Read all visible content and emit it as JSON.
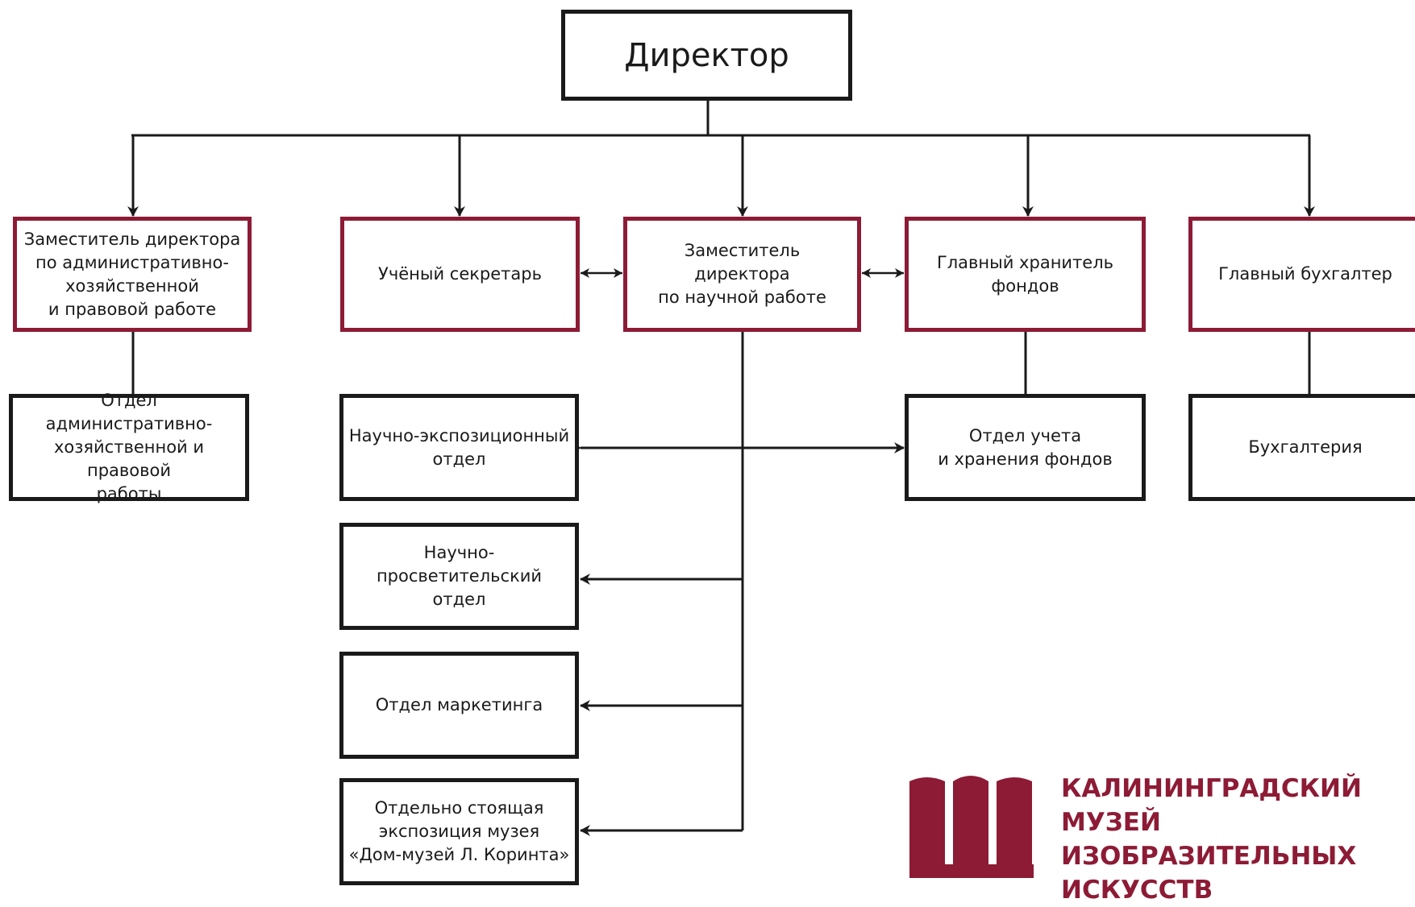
{
  "director": "Директор",
  "deputies": {
    "admin": "Заместитель директора\nпо административно-\nхозяйственной\nи правовой работе",
    "secretary": "Учёный секретарь",
    "science": "Заместитель\nдиректора\nпо научной работе",
    "keeper": "Главный хранитель\nфондов",
    "accountant": "Главный бухгалтер"
  },
  "departments": {
    "admin_dept": "Отдел административно-\nхозяйственной и правовой\nработы",
    "exposition": "Научно-экспозиционный\nотдел",
    "education": "Научно-просветительский\nотдел",
    "marketing": "Отдел маркетинга",
    "corinth": "Отдельно стоящая\nэкспозиция музея\n«Дом-музей Л. Коринта»",
    "funds": "Отдел учета\nи хранения фондов",
    "accounting": "Бухгалтерия"
  },
  "logo": {
    "text": "КАЛИНИНГРАДСКИЙ МУЗЕЙ\nИЗОБРАЗИТЕЛЬНЫХ\nИСКУССТВ",
    "color": "#8d1b35"
  },
  "colors": {
    "accent": "#8d1b35",
    "line": "#1a1a1a"
  }
}
